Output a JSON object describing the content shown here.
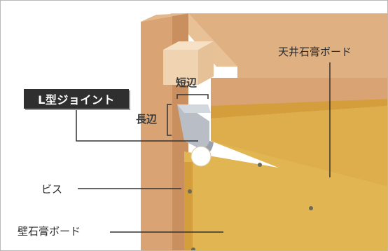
{
  "labels": {
    "l_joint": "L型ジョイント",
    "tanpen": "短辺",
    "chohen": "長辺",
    "ceiling_board": "天井石膏ボード",
    "wall_board": "壁石膏ボード",
    "screw": "ビス"
  },
  "colors": {
    "post_wood": "#d9a373",
    "post_shadow": "#c98f5f",
    "beam_wood": "#deb082",
    "gypsum_board": "#e2b553",
    "board_edge": "#d59e3d",
    "joint_metal": "#b9bec6",
    "leader_line": "#333333"
  },
  "icons": {
    "screw_mark": "screw-head-icon"
  }
}
